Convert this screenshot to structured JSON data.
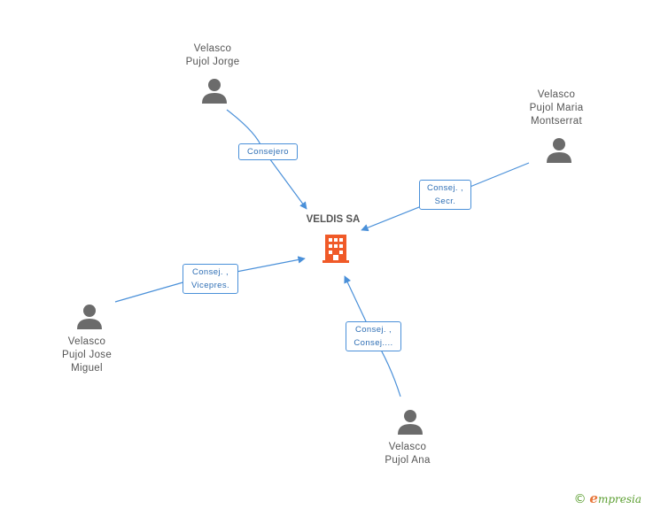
{
  "company": {
    "name": "VELDIS SA",
    "icon": "building-icon",
    "color": "#f05a28"
  },
  "people": [
    {
      "id": "jorge",
      "name_lines": [
        "Velasco",
        "Pujol Jorge"
      ],
      "icon": "person-icon"
    },
    {
      "id": "maria",
      "name_lines": [
        "Velasco",
        "Pujol Maria",
        "Montserrat"
      ],
      "icon": "person-icon"
    },
    {
      "id": "jose",
      "name_lines": [
        "Velasco",
        "Pujol Jose",
        "Miguel"
      ],
      "icon": "person-icon"
    },
    {
      "id": "ana",
      "name_lines": [
        "Velasco",
        "Pujol Ana"
      ],
      "icon": "person-icon"
    }
  ],
  "edges": [
    {
      "from": "jorge",
      "label_lines": [
        "Consejero"
      ]
    },
    {
      "from": "maria",
      "label_lines": [
        "Consej. ,",
        "Secr."
      ]
    },
    {
      "from": "jose",
      "label_lines": [
        "Consej. ,",
        "Vicepres."
      ]
    },
    {
      "from": "ana",
      "label_lines": [
        "Consej. ,",
        "Consej...."
      ]
    }
  ],
  "colors": {
    "edge": "#4a90d9",
    "person": "#6b6b6b",
    "text": "#555555"
  },
  "brand": {
    "copyright": "©",
    "initial": "e",
    "rest": "mpresia"
  }
}
